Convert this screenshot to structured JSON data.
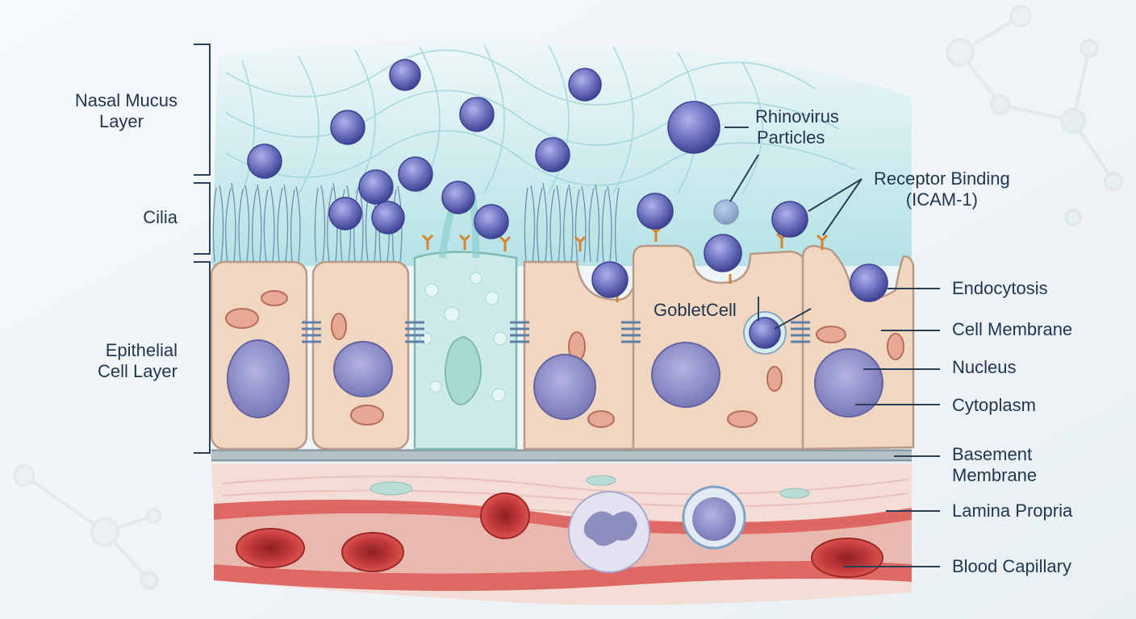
{
  "left_labels": {
    "mucus_line1": "Nasal Mucus",
    "mucus_line2": "Layer",
    "cilia": "Cilia",
    "epithelial_line1": "Epithelial",
    "epithelial_line2": "Cell Layer"
  },
  "labels": {
    "rhinovirus_line1": "Rhinovirus",
    "rhinovirus_line2": "Particles",
    "receptor_line1": "Receptor Binding",
    "receptor_line2": "(ICAM-1)",
    "goblet": "GobletCell",
    "endocytosis": "Endocytosis",
    "cell_membrane": "Cell Membrane",
    "nucleus": "Nucleus",
    "cytoplasm": "Cytoplasm",
    "basement_line1": "Basement",
    "basement_line2": "Membrane",
    "lamina": "Lamina Propria",
    "capillary": "Blood Capillary"
  },
  "colors": {
    "text": "#1f3550",
    "mucus": "#bfe6ea",
    "cell_fill": "#f1d6c0",
    "cell_edge": "#b99a86",
    "goblet_fill": "#cdebe8",
    "nucleus": "#8d8cc8",
    "virus": "#6a6fbd",
    "receptor": "#e0953a",
    "rbc": "#c8403c",
    "tissue": "#f3d9d3"
  }
}
